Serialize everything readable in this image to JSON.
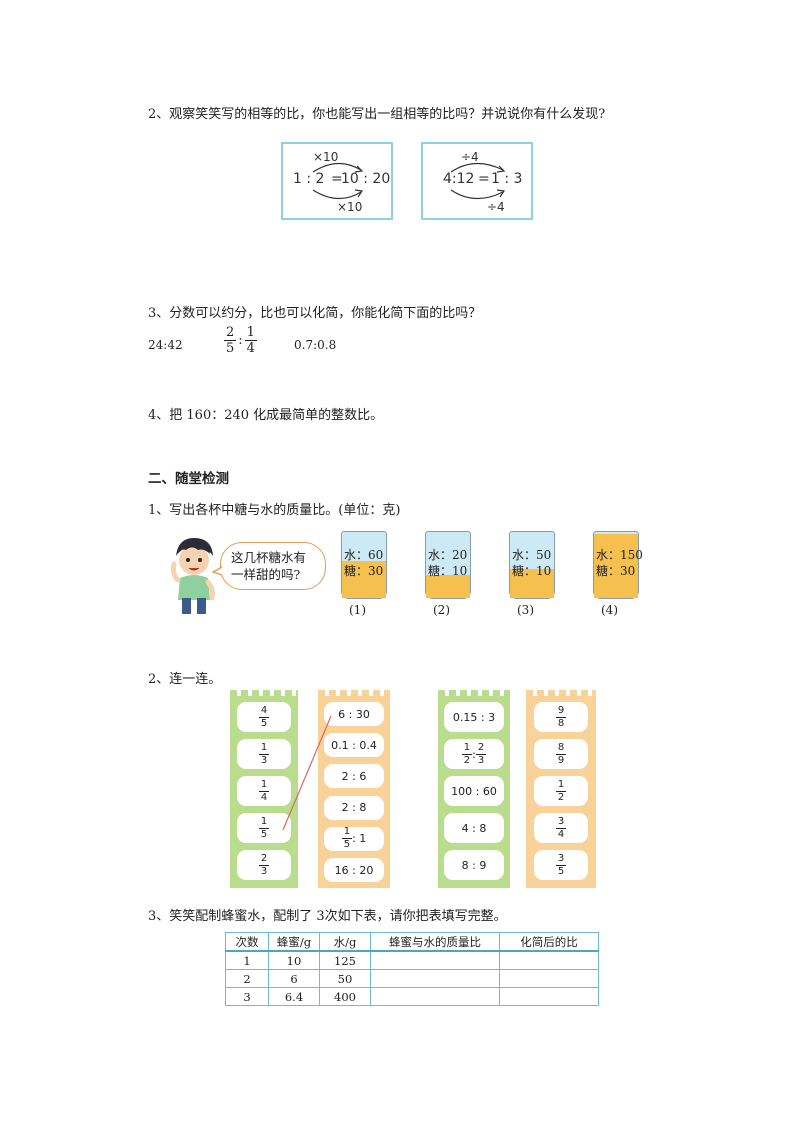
{
  "section1": {
    "q2": "2、观察笑笑写的相等的比，你也能写出一组相等的比吗？并说说你有什么发现?",
    "card1": {
      "top_op": "×10",
      "ratio_left": "1 : 2",
      "equals": "=",
      "ratio_right": "10 : 20",
      "bottom_op": "×10"
    },
    "card2": {
      "top_op": "÷4",
      "ratio_left": "4:12",
      "equals": "=",
      "ratio_right": "1 : 3",
      "bottom_op": "÷4"
    },
    "q3": "3、分数可以约分，比也可以化简，你能化简下面的比吗？",
    "q3_items": {
      "a": "24:42",
      "b_num1": "2",
      "b_den1": "5",
      "b_colon": ":",
      "b_num2": "1",
      "b_den2": "4",
      "c": "0.7:0.8"
    },
    "q4": "4、把 160：240 化成最简单的整数比。"
  },
  "section2": {
    "heading": "二、随堂检测",
    "q1": "1、写出各杯中糖与水的质量比。(单位：克)",
    "speech": [
      "这几杯糖水有",
      "一样甜的吗?"
    ],
    "cups": [
      {
        "water": "水：60",
        "sugar": "糖：30",
        "label": "(1)",
        "fill": 0.45
      },
      {
        "water": "水：20",
        "sugar": "糖：10",
        "label": "(2)",
        "fill": 0.18
      },
      {
        "water": "水：50",
        "sugar": "糖：10",
        "label": "(3)",
        "fill": 0.3
      },
      {
        "water": "水：150",
        "sugar": "糖：30",
        "label": "(4)",
        "fill": 1.0
      }
    ],
    "q2": "2、连一连。",
    "match_left": {
      "fractions": [
        {
          "n": "4",
          "d": "5"
        },
        {
          "n": "1",
          "d": "3"
        },
        {
          "n": "1",
          "d": "4"
        },
        {
          "n": "1",
          "d": "5"
        },
        {
          "n": "2",
          "d": "3"
        }
      ],
      "ratios": [
        "6 : 30",
        "0.1 : 0.4",
        "2 : 6",
        "2 : 8",
        {
          "n": "1",
          "d": "5",
          "rest": ": 1"
        },
        "16 : 20"
      ]
    },
    "match_right": {
      "ratios": [
        "0.15 : 3",
        {
          "n1": "1",
          "d1": "2",
          "colon": ":",
          "n2": "2",
          "d2": "3"
        },
        "100 : 60",
        "4 : 8",
        "8 : 9"
      ],
      "fractions": [
        {
          "n": "9",
          "d": "8"
        },
        {
          "n": "8",
          "d": "9"
        },
        {
          "n": "1",
          "d": "2"
        },
        {
          "n": "3",
          "d": "4"
        },
        {
          "n": "3",
          "d": "5"
        }
      ]
    },
    "q3": "3、笑笑配制蜂蜜水，配制了 3次如下表，请你把表填写完整。",
    "table": {
      "headers": [
        "次数",
        "蜂蜜/g",
        "水/g",
        "蜂蜜与水的质量比",
        "化简后的比"
      ],
      "rows": [
        [
          "1",
          "10",
          "125",
          "",
          ""
        ],
        [
          "2",
          "6",
          "50",
          "",
          ""
        ],
        [
          "3",
          "6.4",
          "400",
          "",
          ""
        ]
      ]
    }
  },
  "colors": {
    "card_border": "#8fd0e8",
    "green_strip": "#b9dd8c",
    "orange_strip": "#f9d29a",
    "water": "#cde9f6",
    "sugar": "#f5c04d",
    "table_border": "#6cbcd8"
  }
}
